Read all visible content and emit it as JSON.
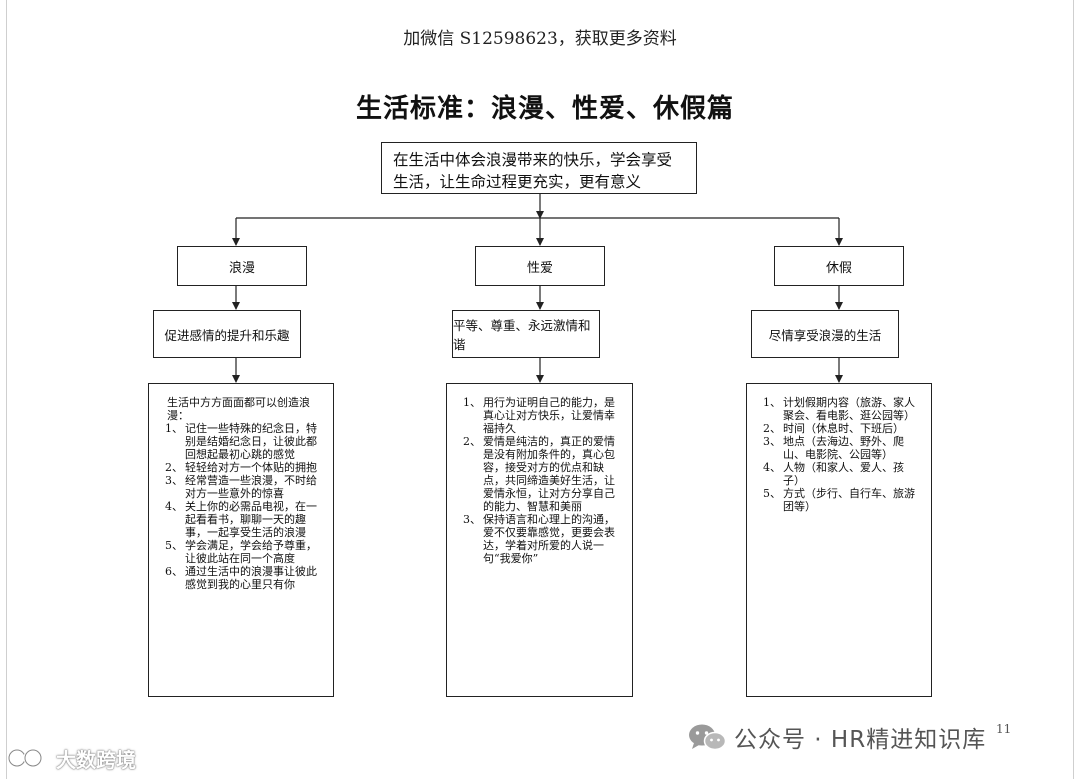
{
  "header_note": "加微信 S12598623，获取更多资料",
  "title": "生活标准：浪漫、性爱、休假篇",
  "root": "在生活中体会浪漫带来的快乐，学会享受生活，让生命过程更充实，更有意义",
  "branches": [
    {
      "category": "浪漫",
      "subtitle": "促进感情的提升和乐趣",
      "intro": "生活中方方面面都可以创造浪漫：",
      "items": [
        {
          "num": "1、",
          "text": "记住一些特殊的纪念日，特别是结婚纪念日，让彼此都回想起最初心跳的感觉"
        },
        {
          "num": "2、",
          "text": "轻轻给对方一个体贴的拥抱"
        },
        {
          "num": "3、",
          "text": "经常营造一些浪漫，不时给对方一些意外的惊喜"
        },
        {
          "num": "4、",
          "text": "关上你的必需品电视，在一起看看书，聊聊一天的趣事，一起享受生活的浪漫"
        },
        {
          "num": "5、",
          "text": "学会满足，学会给予尊重，让彼此站在同一个高度"
        },
        {
          "num": "6、",
          "text": "通过生活中的浪漫事让彼此感觉到我的心里只有你"
        }
      ]
    },
    {
      "category": "性爱",
      "subtitle": "平等、尊重、永远激情和谐",
      "intro": "",
      "items": [
        {
          "num": "1、",
          "text": "用行为证明自己的能力，是真心让对方快乐，让爱情幸福持久"
        },
        {
          "num": "2、",
          "text": "爱情是纯洁的，真正的爱情是没有附加条件的，真心包容，接受对方的优点和缺点，共同缔造美好生活，让爱情永恒，让对方分享自己的能力、智慧和美丽"
        },
        {
          "num": "3、",
          "text": "保持语言和心理上的沟通，爱不仅要靠感觉，更要会表达，学着对所爱的人说一句“我爱你”"
        }
      ]
    },
    {
      "category": "休假",
      "subtitle": "尽情享受浪漫的生活",
      "intro": "",
      "items": [
        {
          "num": "1、",
          "text": "计划假期内容（旅游、家人聚会、看电影、逛公园等）"
        },
        {
          "num": "2、",
          "text": "时间（休息时、下班后）"
        },
        {
          "num": "3、",
          "text": "地点（去海边、野外、爬山、电影院、公园等）"
        },
        {
          "num": "4、",
          "text": "人物（和家人、爱人、孩子）"
        },
        {
          "num": "5、",
          "text": "方式（步行、自行车、旅游团等）"
        }
      ]
    }
  ],
  "footer": {
    "wechat_account": "公众号 · HR精进知识库",
    "page_number": "11",
    "brand": "大数跨境"
  },
  "colors": {
    "line": "#222222",
    "wechat_green": "#9a9a9a"
  }
}
